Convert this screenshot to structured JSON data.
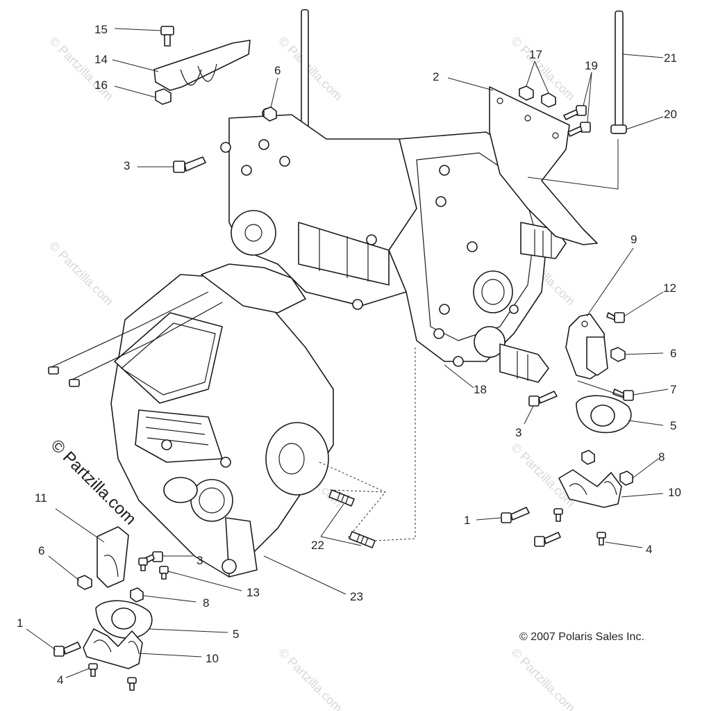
{
  "watermark": {
    "text": "© Partzilla.com"
  },
  "copyright": "© 2007 Polaris Sales Inc.",
  "callouts": {
    "c15": "15",
    "c14": "14",
    "c16": "16",
    "c6a": "6",
    "c3a": "3",
    "c2": "2",
    "c17": "17",
    "c19": "19",
    "c21": "21",
    "c20": "20",
    "c9": "9",
    "c12": "12",
    "c6b": "6",
    "c18": "18",
    "c7": "7",
    "c3b": "3",
    "c5a": "5",
    "c8a": "8",
    "c10a": "10",
    "c1a": "1",
    "c4a": "4",
    "c11": "11",
    "c6c": "6",
    "c3c": "3",
    "c13": "13",
    "c22": "22",
    "c23": "23",
    "c8b": "8",
    "c1b": "1",
    "c5b": "5",
    "c10b": "10",
    "c4b": "4"
  }
}
